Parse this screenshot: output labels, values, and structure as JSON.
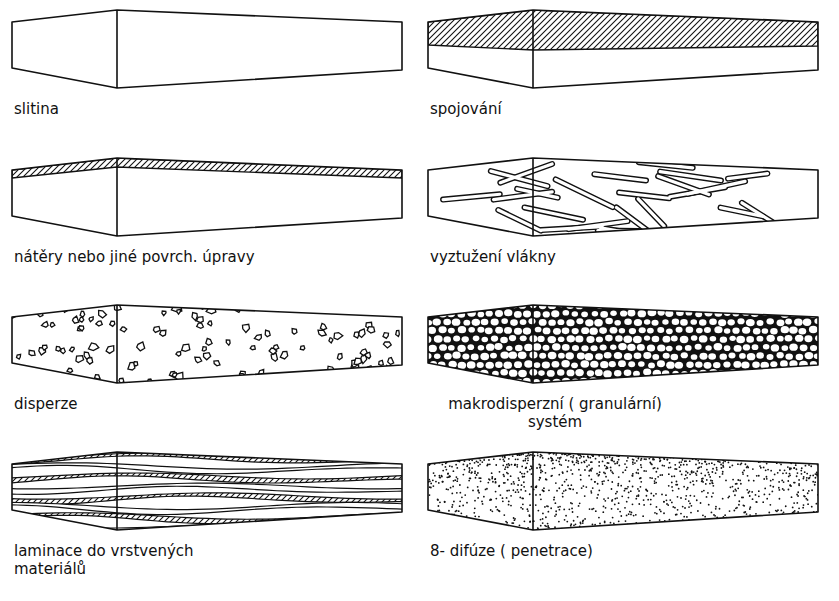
{
  "diagram": {
    "labels": [
      "slitina",
      "spojování",
      "nátěry nebo jiné povrch. úpravy",
      "vyztužení vlákny",
      "disperze",
      "makrodisperzní ( granulární) systém",
      "laminace do vrstvených materiálů",
      "8- difúze ( penetrace)"
    ]
  }
}
